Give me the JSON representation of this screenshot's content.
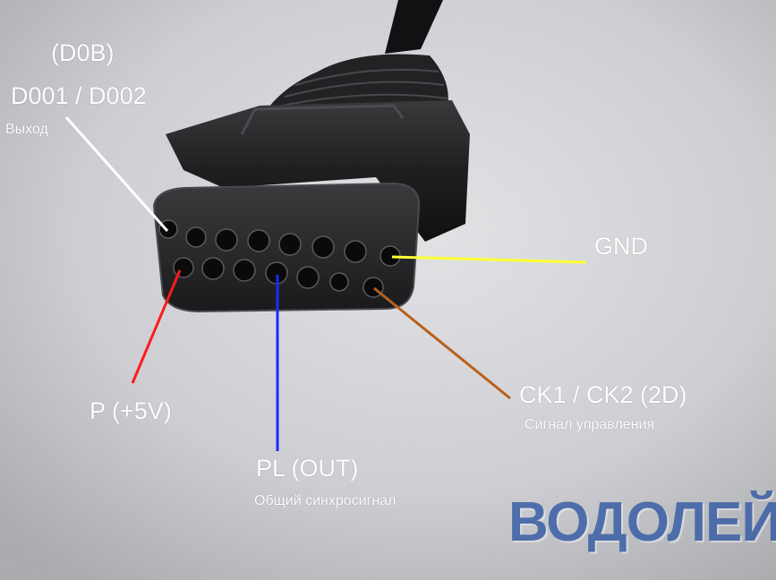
{
  "labels": {
    "d0b": "(D0B)",
    "data_out": "D001 / D002",
    "data_out_note": "Выход",
    "gnd": "GND",
    "power": "P (+5V)",
    "clock": "CK1 / CK2 (2D)",
    "clock_note": "Сигнал управления",
    "latch": "PL (OUT)",
    "latch_note": "Общий синхросигнал"
  },
  "watermark": "ВОДОЛЕЙ",
  "colors": {
    "data_line": "#ffffff",
    "gnd_line": "#ffff33",
    "power_line": "#ff1a1a",
    "latch_line": "#1a2bff",
    "clock_line": "#b8601a",
    "connector": "#1d1d1f",
    "background": "#d9d9dc",
    "watermark": "#3a5fa6"
  }
}
